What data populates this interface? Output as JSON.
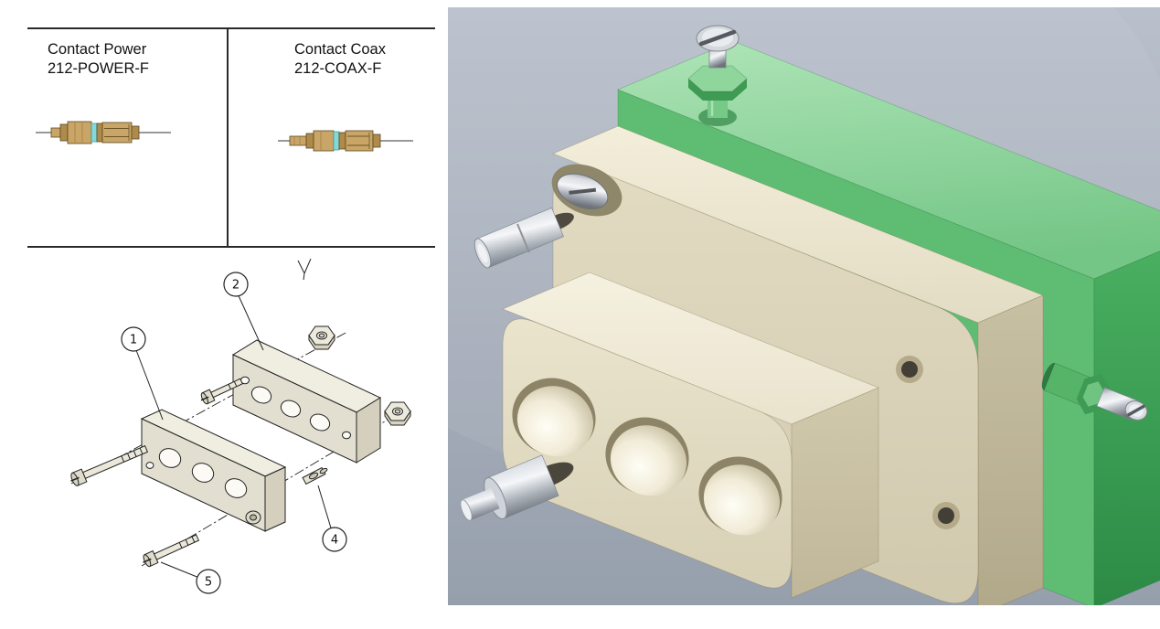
{
  "colors": {
    "line": "#222222",
    "green-top": "#8fd79c",
    "green-front": "#5fbd73",
    "green-right": "#3ba254",
    "beige-top": "#eee8d3",
    "beige-front": "#ddd6bc",
    "beige-right": "#bfb698",
    "metal-light": "#f4f6f8",
    "metal-dark": "#6e737b",
    "contact-tan": "#c9a567",
    "contact-tan-dark": "#b08a4a",
    "contact-band": "#86d8d8",
    "render-bg-top": "#b9c0cb",
    "render-bg-bottom": "#969fac"
  },
  "panels": {
    "power": {
      "line1": "Contact Power",
      "line2": "212-POWER-F"
    },
    "coax": {
      "line1": "Contact Coax",
      "line2": "212-COAX-F"
    }
  },
  "exploded": {
    "balloons": [
      {
        "label": "1"
      },
      {
        "label": "2"
      },
      {
        "label": "4"
      },
      {
        "label": "5"
      }
    ]
  }
}
